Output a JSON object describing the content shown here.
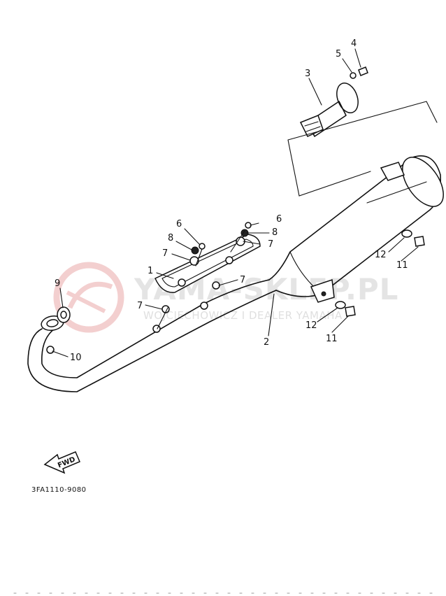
{
  "diagram": {
    "callouts": [
      "1",
      "2",
      "3",
      "4",
      "5",
      "6",
      "6",
      "7",
      "7",
      "7",
      "7",
      "8",
      "8",
      "9",
      "10",
      "11",
      "11",
      "12",
      "12"
    ],
    "fwd_label": "FWD",
    "part_number": "3FA1110-9080"
  },
  "watermark": {
    "title": "YAMA-SKLEP.PL",
    "subtitle": "WOJCIECHOWICZ I DEALER YAMAHA",
    "color": "#e8c8c8"
  }
}
